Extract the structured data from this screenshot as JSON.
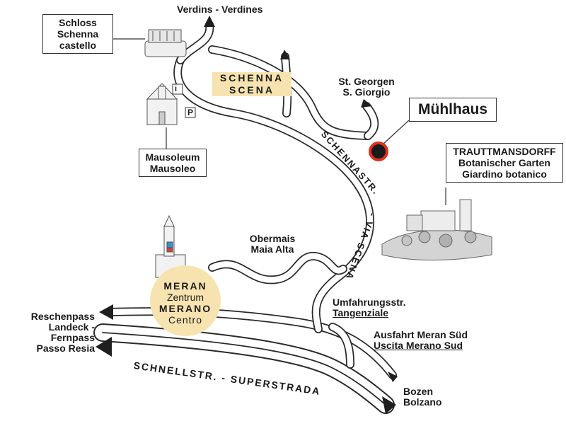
{
  "labels": {
    "verdins": "Verdins - Verdines",
    "schloss_l1": "Schloss",
    "schloss_l2": "Schenna",
    "schloss_l3": "castello",
    "schenna_l1": "SCHENNA",
    "schenna_l2": "SCENA",
    "st_georgen_l1": "St. Georgen",
    "st_georgen_l2": "S. Giorgio",
    "muehlhaus": "Mühlhaus",
    "mausoleum_l1": "Mausoleum",
    "mausoleum_l2": "Mausoleo",
    "trautt_l1": "TRAUTTMANSDORFF",
    "trautt_l2": "Botanischer Garten",
    "trautt_l3": "Giardino botanico",
    "schennastr": "SCHENNASTR.",
    "via_scena": "- VIA SCENA",
    "obermais_l1": "Obermais",
    "obermais_l2": "Maia Alta",
    "meran_l1": "MERAN",
    "meran_l2": "Zentrum",
    "meran_l3": "MERANO",
    "meran_l4": "Centro",
    "umfahrung_l1": "Umfahrungsstr.",
    "umfahrung_l2": "Tangenziale",
    "reschen_l1": "Reschenpass",
    "reschen_l2": "Landeck -",
    "reschen_l3": "Fernpass",
    "reschen_l4": "Passo Resia",
    "ausfahrt_l1": "Ausfahrt Meran Süd",
    "ausfahrt_l2": "Uscita Merano Sud",
    "schnellstr": "SCHNELLSTR. - SUPERSTRADA",
    "bozen_l1": "Bozen",
    "bozen_l2": "Bolzano"
  },
  "icons": {
    "info": "i",
    "parking": "P"
  },
  "colors": {
    "road": "#2a2a2a",
    "highlight": "#f7e3b0",
    "marker": "#e03020"
  }
}
